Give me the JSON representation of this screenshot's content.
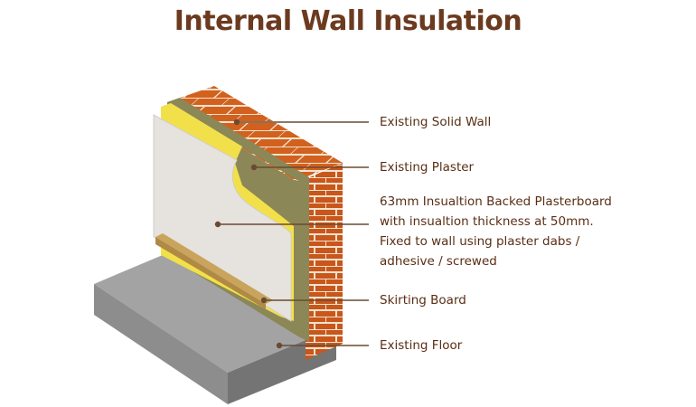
{
  "title": "Internal Wall Insulation",
  "labels": {
    "solid_wall": "Existing Solid Wall",
    "plaster": "Existing Plaster",
    "board_line1": "63mm Insualtion Backed Plasterboard",
    "board_line2": "with insualtion thickness at 50mm.",
    "board_line3": "Fixed to wall using plaster dabs /",
    "board_line4": "adhesive / screwed",
    "skirting": "Skirting Board",
    "floor": "Existing Floor"
  },
  "colors": {
    "text": "#5a2e14",
    "title": "#6b3a1f",
    "brick": "#d2611d",
    "mortar": "#f0e2d0",
    "plaster": "#8c8757",
    "insulation": "#f2e04a",
    "board": "#e6e2de",
    "skirting": "#c9a45c",
    "floor_top": "#a3a3a3",
    "floor_side": "#7f7f7f"
  }
}
